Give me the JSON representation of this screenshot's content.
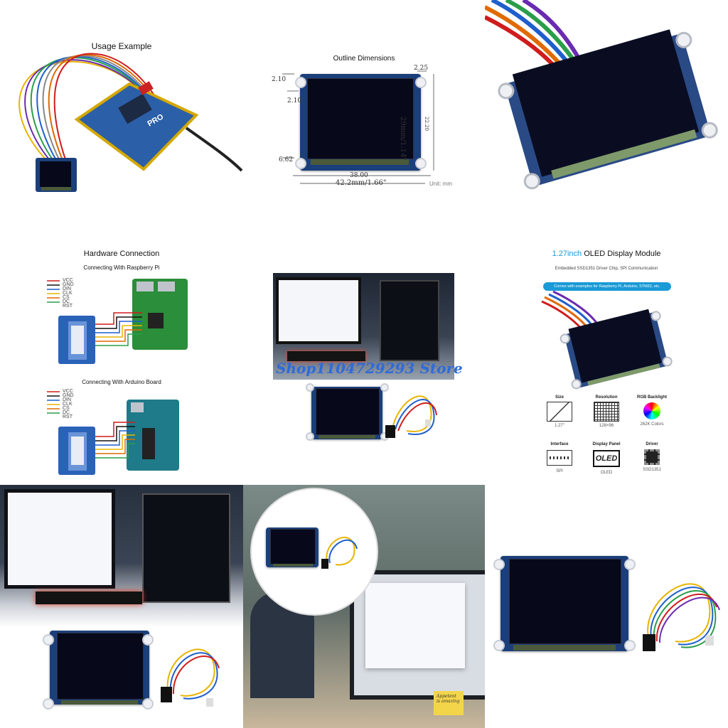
{
  "usage": {
    "title": "Usage Example",
    "board_mark": "PRO"
  },
  "outline": {
    "title": "Outline Dimensions",
    "dim_225": "2.25",
    "dim_210a": "2.10",
    "dim_210b": "2.10",
    "dim_662": "6.62",
    "dim_3800": "38.00",
    "dim_width": "42.2mm/1.66\"",
    "dim_height": "29mm/1.14\"",
    "dim_2220": "22.20",
    "unit": "Unit: mm"
  },
  "hardware": {
    "title": "Hardware Connection",
    "rpi": "Connecting With Raspberry Pi",
    "arduino": "Connecting With Arduino Board",
    "pins_rpi": [
      "VCC",
      "GND",
      "DIN",
      "CLK",
      "CS",
      "DC",
      "RST"
    ],
    "pins_ard": [
      "VCC",
      "GND",
      "DIN",
      "CLK",
      "CS",
      "DC",
      "RST"
    ]
  },
  "store": {
    "watermark": "Shop1104729293 Store"
  },
  "product": {
    "title_accent": "1.27inch",
    "title_rest": " OLED Display Module",
    "subtitle": "Embedded SSD1351 Driver Chip, SPI Communication",
    "banner": "Comes with examples for Raspberry Pi, Arduino, STM32, etc.",
    "specs": [
      {
        "label": "Size",
        "value": "1.27\""
      },
      {
        "label": "Resolution",
        "value": "128×96"
      },
      {
        "label": "RGB Backlight",
        "value": "262K Colors"
      },
      {
        "label": "Interface",
        "value": "SPI"
      },
      {
        "label": "Display Panel",
        "value": "OLED"
      },
      {
        "label": "Driver",
        "value": "SSD1351"
      }
    ],
    "oled_badge": "OLED",
    "accent_color": "#1a9ad6"
  },
  "office": {
    "sticky": "Appetent is amazing"
  }
}
